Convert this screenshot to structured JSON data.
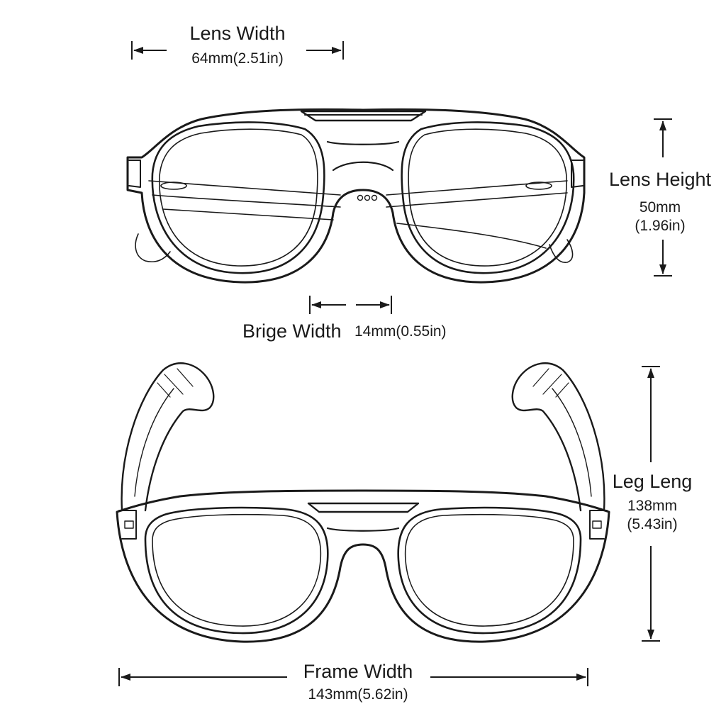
{
  "dimensions": {
    "lens_width": {
      "label": "Lens Width",
      "value": "64mm(2.51in)"
    },
    "lens_height": {
      "label": "Lens Height",
      "value_mm": "50mm",
      "value_in": "(1.96in)"
    },
    "bridge_width": {
      "label": "Brige Width",
      "value": "14mm(0.55in)"
    },
    "leg_length": {
      "label": "Leg Leng",
      "value_mm": "138mm",
      "value_in": "(5.43in)"
    },
    "frame_width": {
      "label": "Frame Width",
      "value": "143mm(5.62in)"
    }
  },
  "colors": {
    "ink": "#1a1a1a",
    "background": "#ffffff"
  }
}
